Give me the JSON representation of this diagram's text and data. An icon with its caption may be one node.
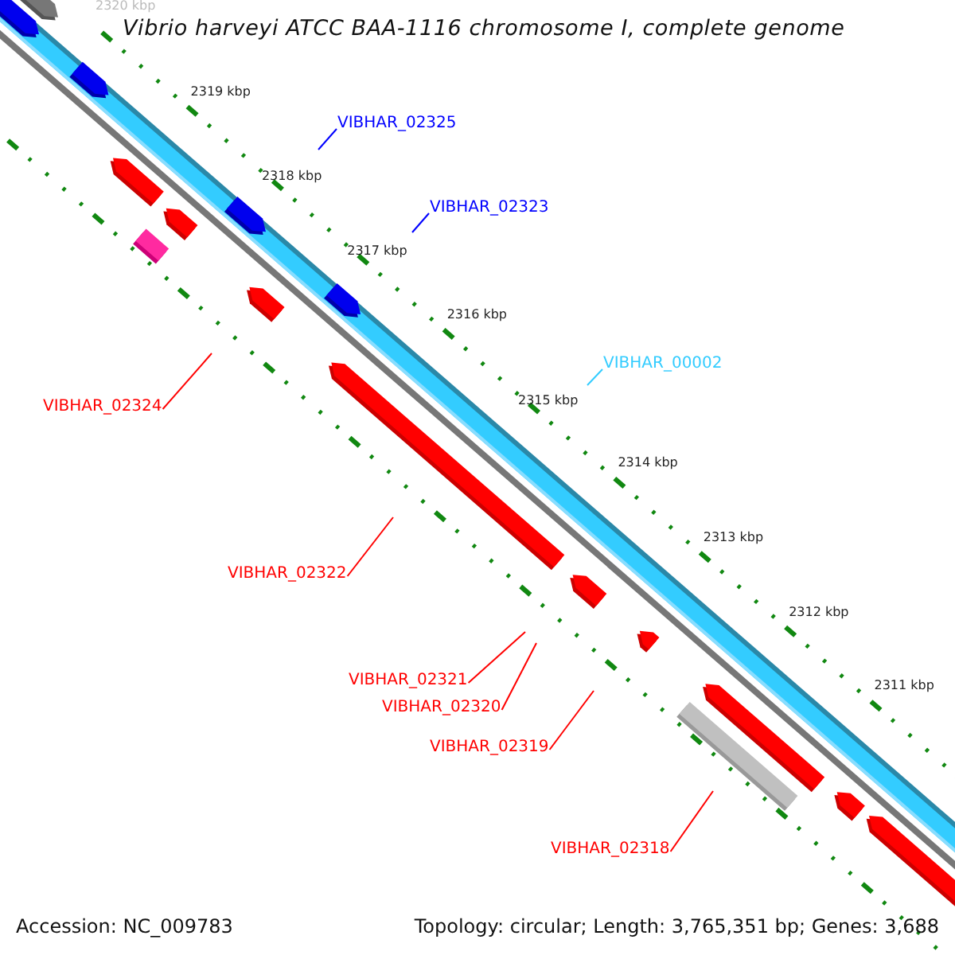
{
  "diagram": {
    "title": "Vibrio harveyi ATCC BAA-1116 chromosome I, complete genome",
    "nodes": [
      {
        "text": [
          "VIBHAR_02325"
        ]
      },
      {
        "text": [
          "VIBHAR_02323"
        ]
      },
      {
        "text": [
          "VIBHAR_00002"
        ]
      },
      {
        "text": [
          "VIBHAR_02324"
        ]
      },
      {
        "text": [
          "VIBHAR_02322"
        ]
      },
      {
        "text": [
          "VIBHAR_02321"
        ]
      },
      {
        "text": [
          "VIBHAR_02320"
        ]
      },
      {
        "text": [
          "VIBHAR_02319"
        ]
      },
      {
        "text": [
          "VIBHAR_02318"
        ]
      }
    ],
    "edges": [
      {
        "from": 0,
        "to": null,
        "arrow": "none",
        "color": "#0000ff"
      },
      {
        "from": 1,
        "to": null,
        "arrow": "none",
        "color": "#0000ff"
      },
      {
        "from": 2,
        "to": null,
        "arrow": "none",
        "color": "#33ccff"
      },
      {
        "from": 3,
        "to": null,
        "arrow": "none"
      },
      {
        "from": 4,
        "to": null,
        "arrow": "none"
      },
      {
        "from": 5,
        "to": null,
        "arrow": "none"
      },
      {
        "from": 6,
        "to": null,
        "arrow": "none"
      },
      {
        "from": 7,
        "to": null,
        "arrow": "none"
      },
      {
        "from": 8,
        "to": null,
        "arrow": "none"
      }
    ],
    "labels": [
      "2320 kbp",
      "2319 kbp",
      "2318 kbp",
      "2317 kbp",
      "2316 kbp",
      "2315 kbp",
      "2314 kbp",
      "2313 kbp",
      "2312 kbp",
      "2311 kbp",
      "Accession: NC_009783",
      "Topology: circular; Length: 3,765,351 bp; Genes: 3,688"
    ]
  }
}
